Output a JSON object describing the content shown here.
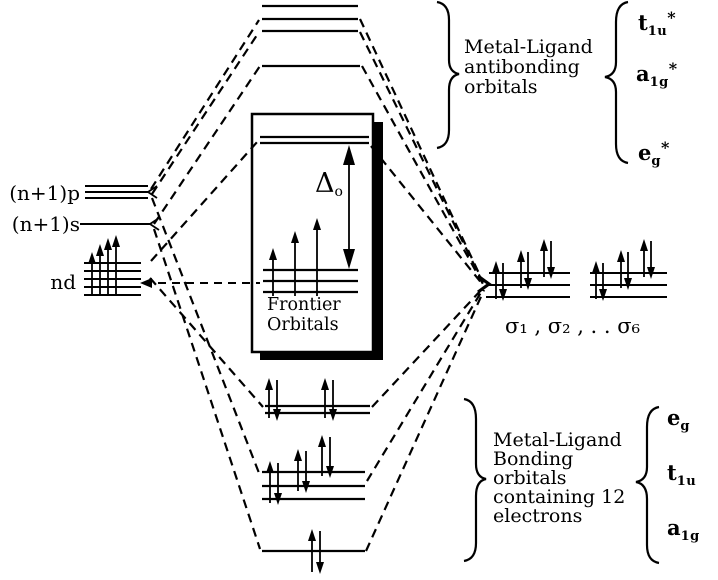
{
  "metal": {
    "p_label": "(n+1)p",
    "s_label": "(n+1)s",
    "d_label": "nd"
  },
  "antibonding": {
    "title_lines": [
      "Metal-Ligand",
      "antibonding",
      "orbitals"
    ],
    "levels": [
      {
        "base": "t",
        "sub": "1u",
        "sup": "*"
      },
      {
        "base": "a",
        "sub": "1g",
        "sup": "*"
      },
      {
        "base": "e",
        "sub": "g",
        "sup": "*"
      }
    ]
  },
  "bonding": {
    "title_lines": [
      "Metal-Ligand",
      "Bonding",
      "orbitals",
      "containing 12",
      "electrons"
    ],
    "levels": [
      {
        "base": "e",
        "sub": "g",
        "sup": ""
      },
      {
        "base": "t",
        "sub": "1u",
        "sup": ""
      },
      {
        "base": "a",
        "sub": "1g",
        "sup": ""
      }
    ]
  },
  "frontier": {
    "title_lines": [
      "Frontier",
      "Orbitals"
    ],
    "delta": {
      "base": "Δ",
      "sub": "o"
    }
  },
  "ligands": {
    "sigma_label": "σ₁ , σ₂ , . . σ₆"
  },
  "colors": {
    "ink": "#000000",
    "background": "#ffffff"
  }
}
